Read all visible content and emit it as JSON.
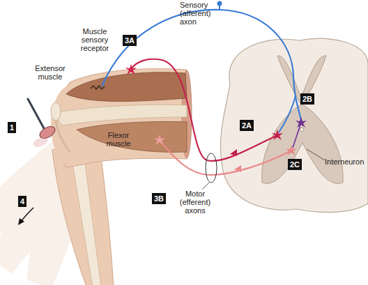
{
  "diagram": {
    "nodes": [
      {
        "text": [
          "3A"
        ]
      },
      {
        "text": [
          "2B"
        ]
      },
      {
        "text": [
          "2A"
        ]
      },
      {
        "text": [
          "1"
        ]
      },
      {
        "text": [
          "2C"
        ]
      },
      {
        "text": [
          "3B"
        ]
      },
      {
        "text": [
          "4"
        ]
      }
    ],
    "labels": [
      "Sensory (afferent) axon",
      "Muscle sensory receptor",
      "Extensor muscle",
      "Flexor muscle",
      "Interneuron",
      "Motor (efferent) axons"
    ]
  }
}
